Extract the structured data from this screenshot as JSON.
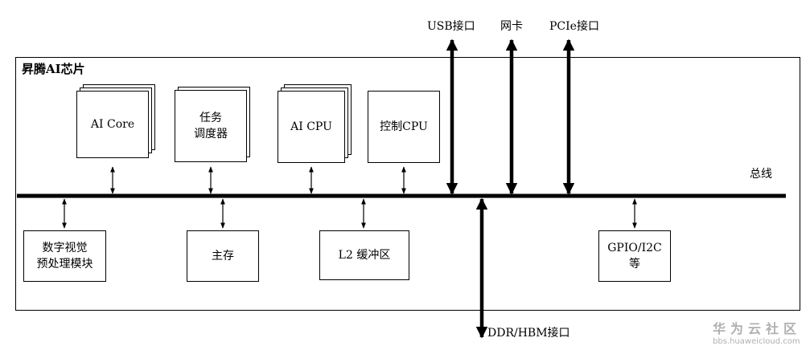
{
  "chip": {
    "title": "昇腾AI芯片"
  },
  "modules_top": {
    "ai_core": "AI Core",
    "task_scheduler": {
      "line1": "任务",
      "line2": "调度器"
    },
    "ai_cpu": "AI CPU",
    "control_cpu": "控制CPU"
  },
  "modules_bottom": {
    "dvpp": {
      "line1": "数字视觉",
      "line2": "预处理模块"
    },
    "main_memory": "主存",
    "l2_buffer": "L2 缓冲区",
    "gpio": {
      "line1": "GPIO/I2C",
      "line2": "等"
    }
  },
  "bus": {
    "label": "总线"
  },
  "external": {
    "usb": "USB接口",
    "nic": "网卡",
    "pcie": "PCIe接口",
    "ddr": "DDR/HBM接口"
  },
  "watermark": {
    "main": "华为云社区",
    "sub": "bbs.huaweicloud.com"
  }
}
